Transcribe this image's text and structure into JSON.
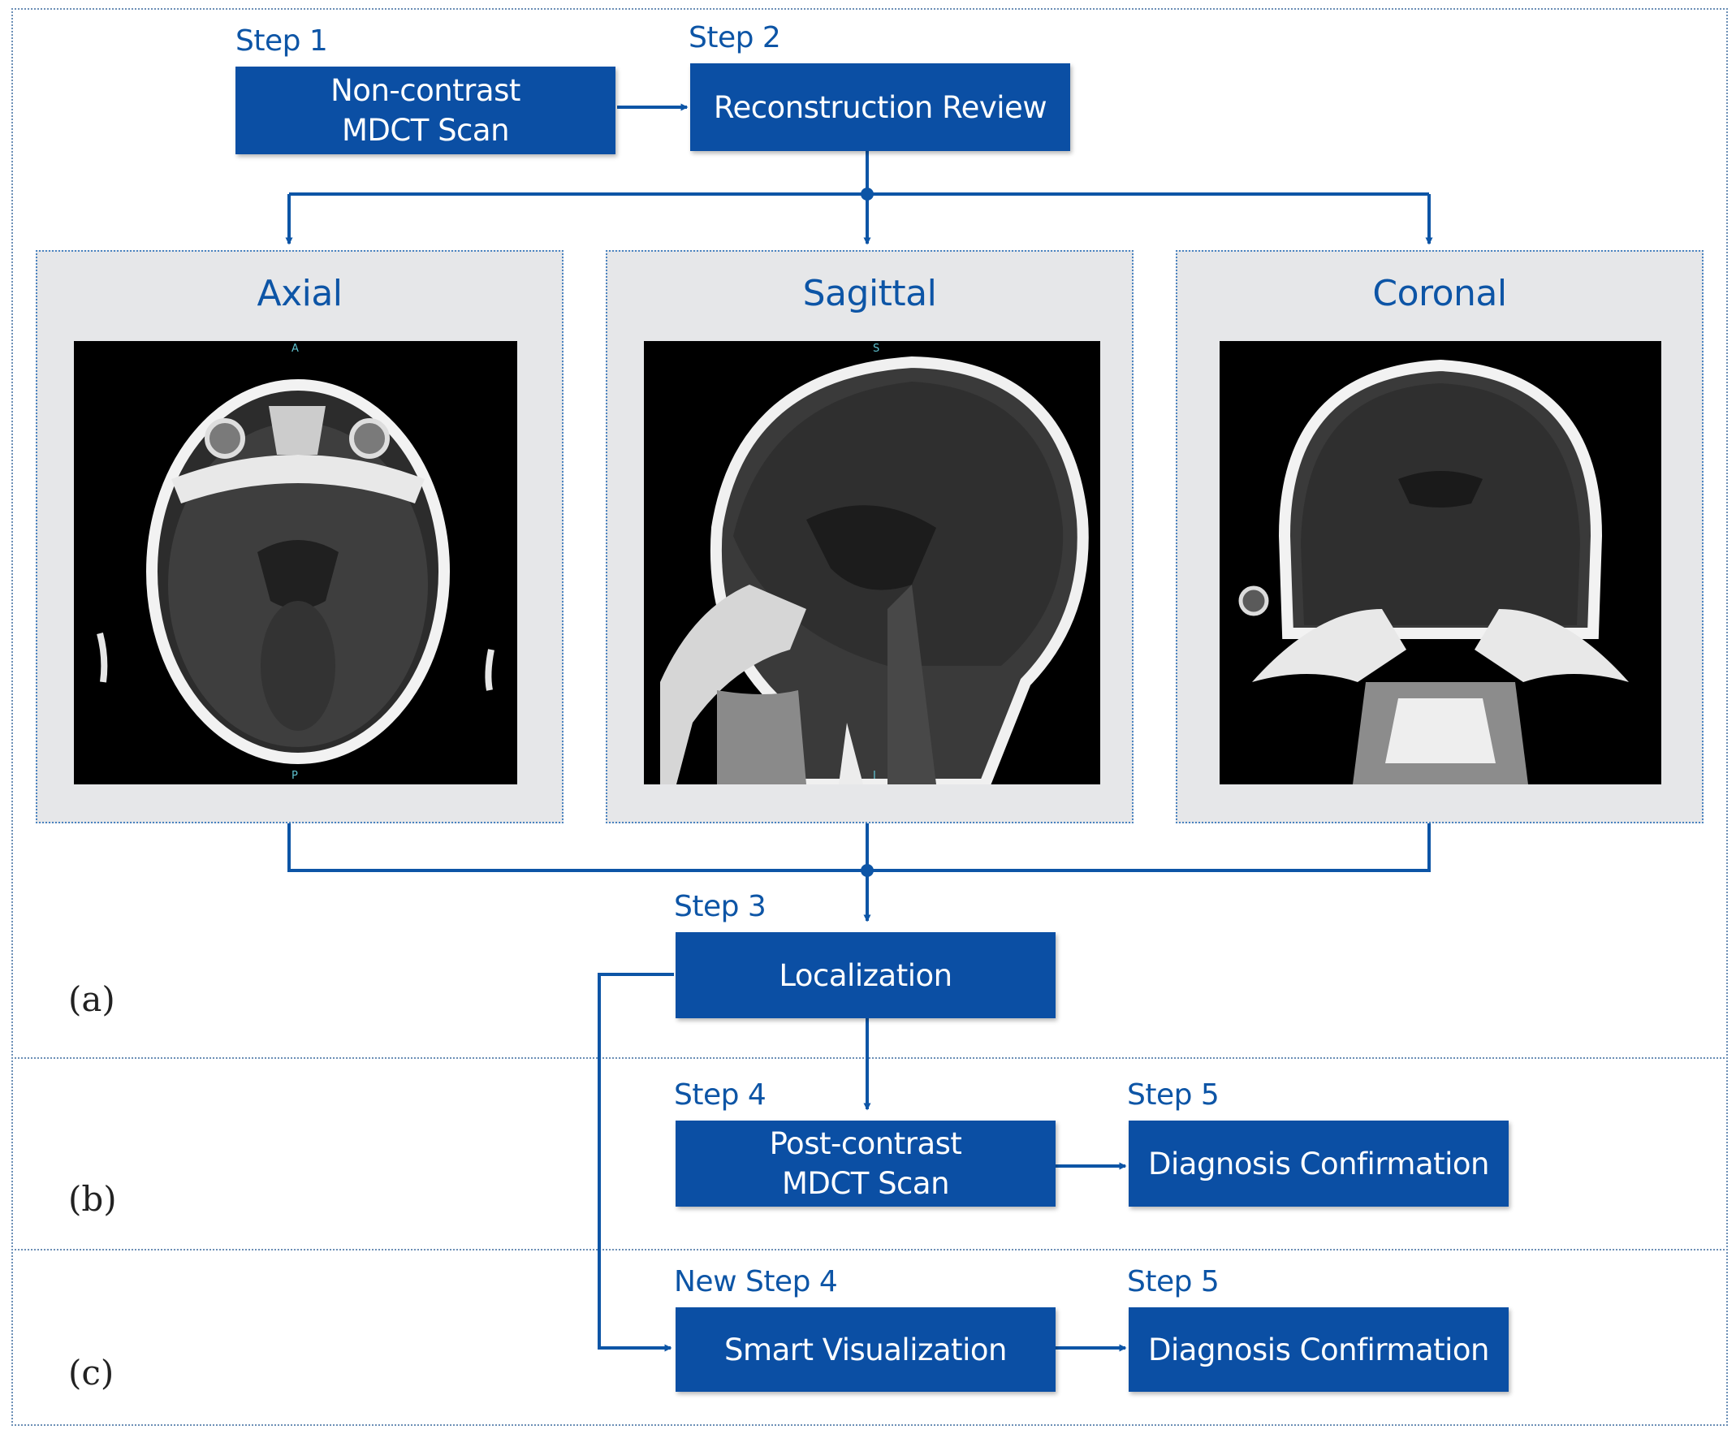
{
  "steps": {
    "step1": {
      "label": "Step 1",
      "box": "Non-contrast\nMDCT Scan"
    },
    "step2": {
      "label": "Step 2",
      "box": "Reconstruction Review"
    },
    "step3": {
      "label": "Step 3",
      "box": "Localization"
    },
    "step4": {
      "label": "Step 4",
      "box": "Post-contrast\nMDCT Scan"
    },
    "step5_b": {
      "label": "Step 5",
      "box": "Diagnosis Confirmation"
    },
    "new_step4": {
      "label": "New Step 4",
      "box": "Smart Visualization"
    },
    "step5_c": {
      "label": "Step 5",
      "box": "Diagnosis Confirmation"
    }
  },
  "panels": [
    {
      "title": "Axial",
      "top_marker": "A",
      "bottom_marker": "P"
    },
    {
      "title": "Sagittal",
      "top_marker": "S",
      "bottom_marker": "I"
    },
    {
      "title": "Coronal",
      "top_marker": "",
      "bottom_marker": ""
    }
  ],
  "section_labels": {
    "a": "(a)",
    "b": "(b)",
    "c": "(c)"
  },
  "colors": {
    "box_fill": "#0b4fa4",
    "accent_text": "#0d55a6",
    "panel_bg": "#e6e7e9"
  }
}
